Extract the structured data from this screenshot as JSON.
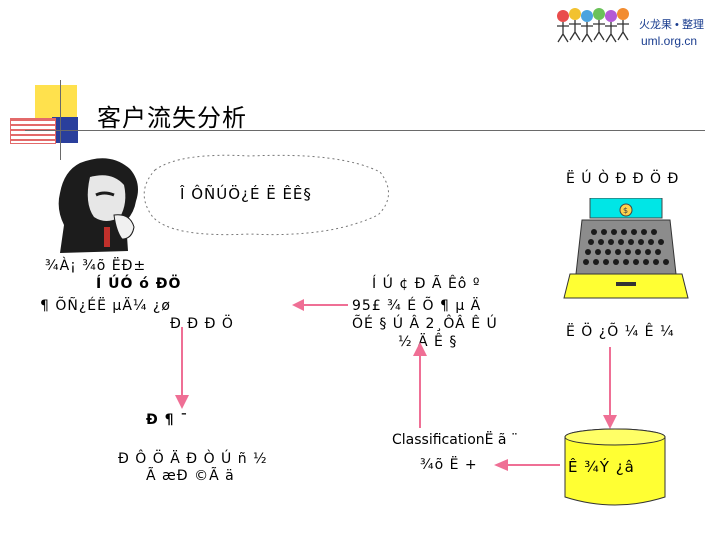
{
  "logo": {
    "brand": "火龙果 • 整理",
    "url": "uml.org.cn"
  },
  "title": "客户流失分析",
  "bubble_text": "Î ÔÑÚÖ¿É Ë ÊÊ§",
  "customer_label": "¾À¡ ¾õ ËÐ±",
  "customer_sub": "Í ÚÓ ó ÐÖ",
  "bottom_left_a": "¶ ÕÑ¿ÉË µÄ¼ ¿ø",
  "bottom_left_b": "Ð Ð Ð Ö",
  "center_a": "Í Ú ¢ Ð Ã Êô º",
  "center_b": "95£ ¾ É Õ ¶ µ Ä",
  "center_c": "ÕÉ § Ú Â 2¸ÔÂ Ê Ú",
  "center_d": "½ Ä Ê §",
  "top_right_label": "Ë Ú Ò Ð Ð Ö Ð",
  "register_label": "Ë Ö ¿Õ ¼ Ê ¼",
  "down_label": "Ð ¶ ¯",
  "bottom_left_c": "Ð Ô Ö Ä Ð Ò Ú ñ ½",
  "bottom_left_d": "Ã æÐ ©Ã ä",
  "classification": "ClassificationË ã ¨",
  "classification_result": "¾õ Ë +",
  "db_label": "Ê ¾Ý ¿â",
  "colors": {
    "title_bar_yellow": "#ffe14d",
    "title_bar_blue": "#2a3f9c",
    "title_bar_red": "#e36a6a",
    "arrow_pink": "#ef6f95",
    "db_yellow": "#ffff33",
    "register_gray": "#8c8c8c",
    "screen_cyan": "#00e6e6"
  }
}
